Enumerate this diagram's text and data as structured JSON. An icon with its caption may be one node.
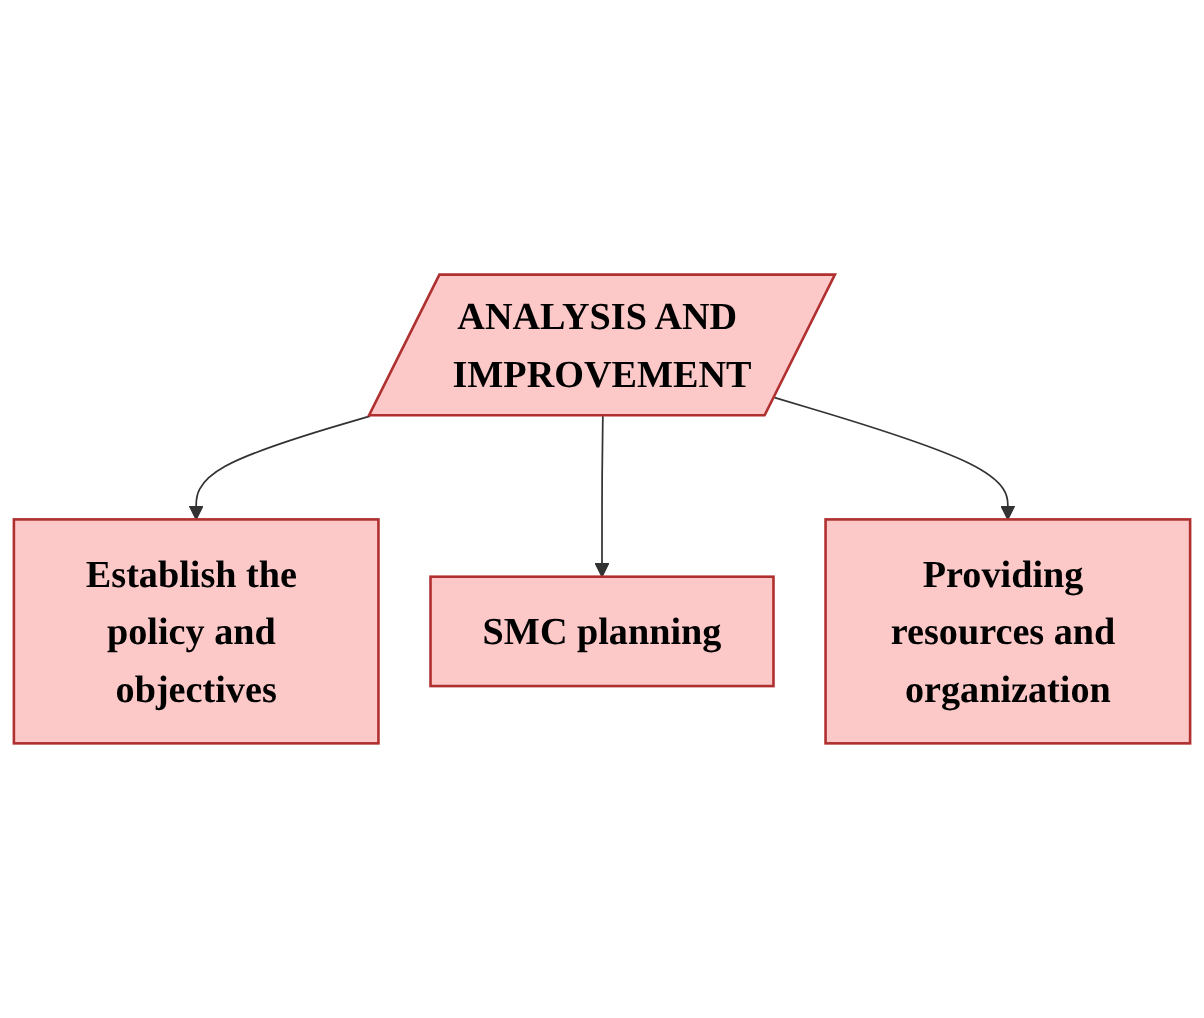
{
  "diagram": {
    "nodes": [
      {
        "text": [
          "ANALYSIS AND IMPROVEMENT"
        ]
      },
      {
        "text": [
          "Establish the policy and objectives"
        ]
      },
      {
        "text": [
          "SMC planning"
        ]
      },
      {
        "text": [
          "Providing resources and organization"
        ]
      }
    ],
    "edges": [
      {
        "from": 0,
        "to": 1,
        "arrow": "to"
      },
      {
        "from": 0,
        "to": 2,
        "arrow": "to"
      },
      {
        "from": 0,
        "to": 3,
        "arrow": "to"
      }
    ]
  }
}
